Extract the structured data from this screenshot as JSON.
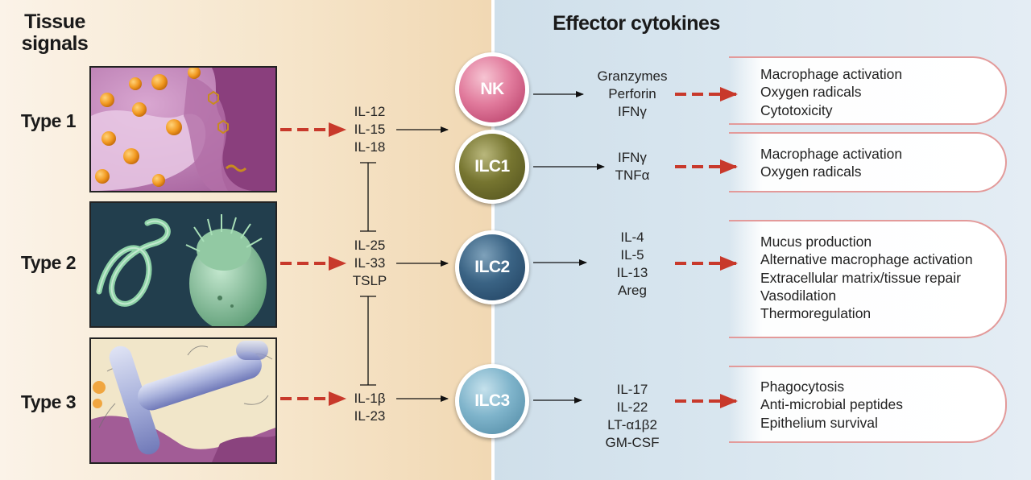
{
  "headings": {
    "tissue": "Tissue signals",
    "effector": "Effector cytokines"
  },
  "types": [
    {
      "id": "type1",
      "label": "Type 1"
    },
    {
      "id": "type2",
      "label": "Type 2"
    },
    {
      "id": "type3",
      "label": "Type 3"
    }
  ],
  "signals": {
    "type1": [
      "IL-12",
      "IL-15",
      "IL-18"
    ],
    "type2": [
      "IL-25",
      "IL-33",
      "TSLP"
    ],
    "type3": [
      "IL-1β",
      "IL-23"
    ]
  },
  "cells": {
    "nk": "NK",
    "ilc1": "ILC1",
    "ilc2": "ILC2",
    "ilc3": "ILC3"
  },
  "cytokines": {
    "nk": [
      "Granzymes",
      "Perforin",
      "IFNγ"
    ],
    "ilc1": [
      "IFNγ",
      "TNFα"
    ],
    "ilc2": [
      "IL-4",
      "IL-5",
      "IL-13",
      "Areg"
    ],
    "ilc3": [
      "IL-17",
      "IL-22",
      "LT-α1β2",
      "GM-CSF"
    ]
  },
  "functions": {
    "nk": [
      "Macrophage activation",
      "Oxygen radicals",
      "Cytotoxicity"
    ],
    "ilc1": [
      "Macrophage activation",
      "Oxygen radicals"
    ],
    "ilc2": [
      "Mucus production",
      "Alternative macrophage activation",
      "Extracellular matrix/tissue repair",
      "Vasodilation",
      "Thermoregulation"
    ],
    "ilc3": [
      "Phagocytosis",
      "Anti-microbial peptides",
      "Epithelium survival"
    ]
  },
  "colors": {
    "dashed_arrow": "#c8392b",
    "nk": "#d85a83",
    "ilc1": "#676629",
    "ilc2": "#2f5677",
    "ilc3": "#6ea6c0",
    "box_border": "#e39a9a"
  }
}
